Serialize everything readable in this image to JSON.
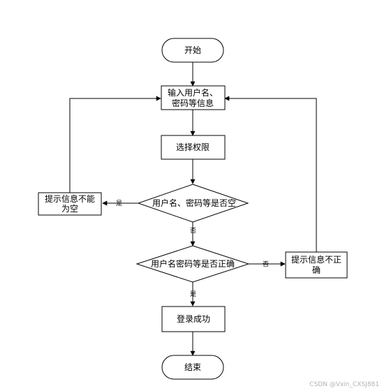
{
  "nodes": {
    "start": {
      "label": "开始"
    },
    "input": {
      "line1": "输入用户名、",
      "line2": "密码等信息"
    },
    "select": {
      "label": "选择权限"
    },
    "check_empty": {
      "label": "用户名、密码等是否空"
    },
    "msg_empty": {
      "line1": "提示信息不能",
      "line2": "为空"
    },
    "check_correct": {
      "label": "用户名密码等是否正确"
    },
    "msg_incorrect": {
      "line1": "提示信息不正",
      "line2": "确"
    },
    "success": {
      "label": "登录成功"
    },
    "end": {
      "label": "结束"
    }
  },
  "edges": {
    "empty_yes": "是",
    "empty_no": "否",
    "correct_no": "否",
    "correct_yes": "是"
  },
  "watermark": "CSDN @Vxin_CXSJ881"
}
